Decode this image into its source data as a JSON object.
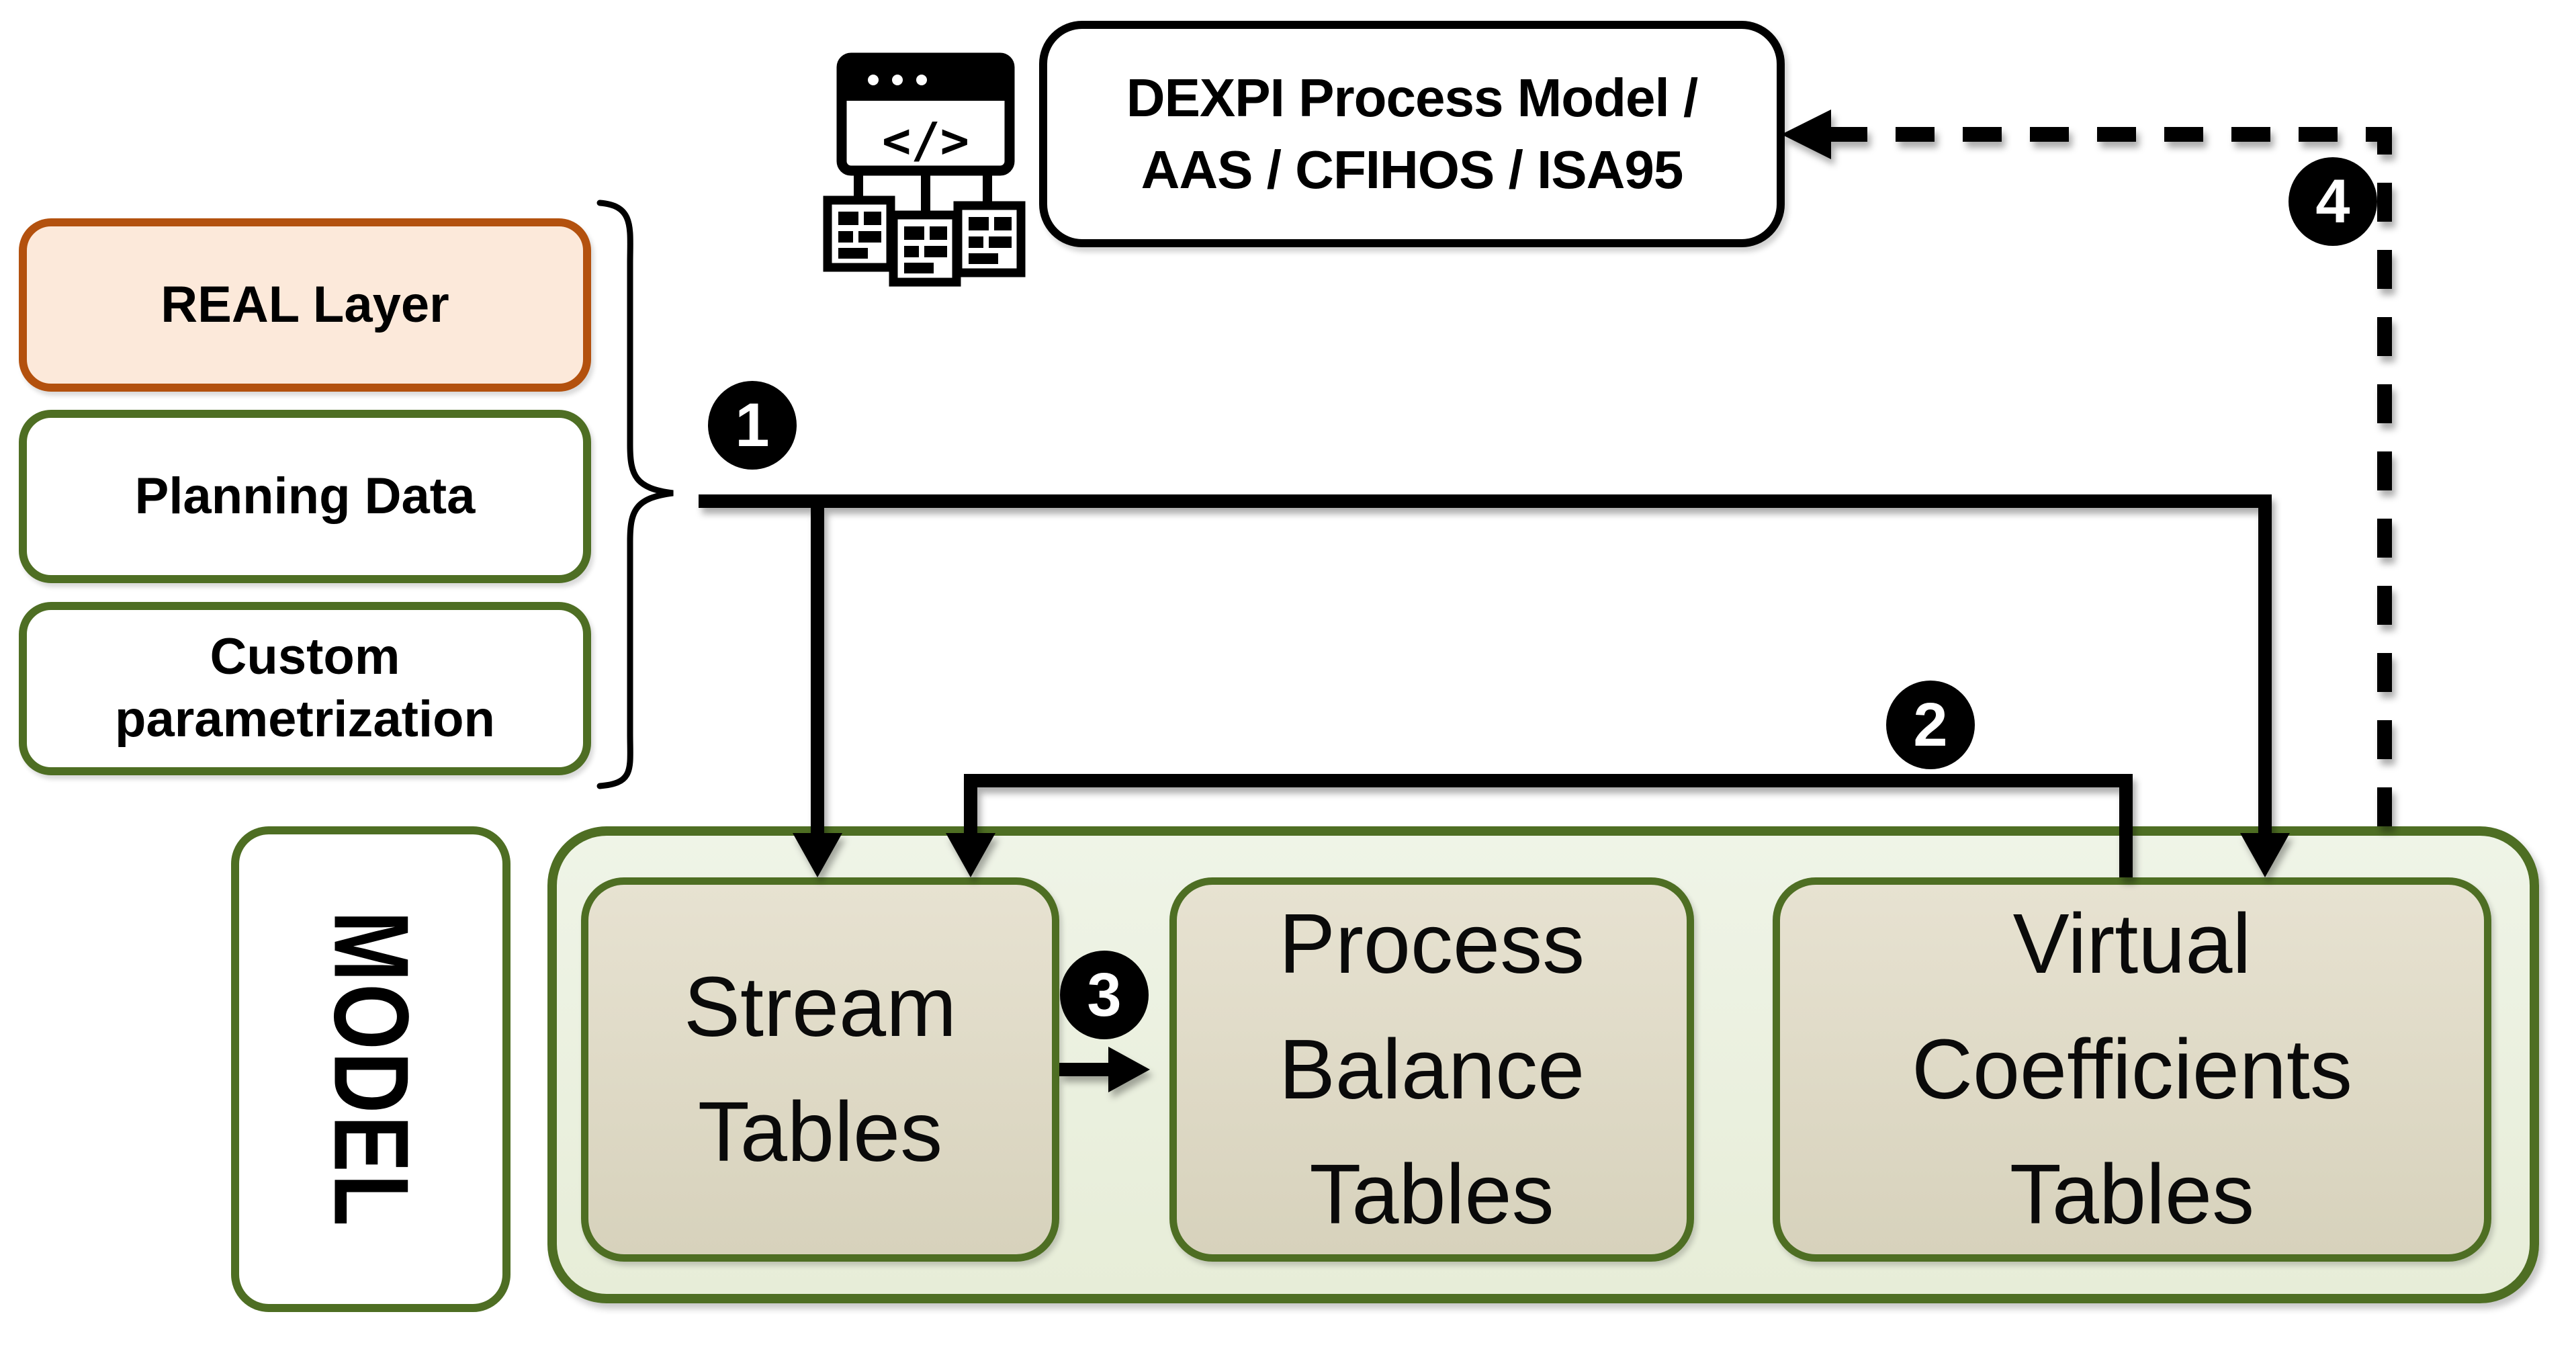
{
  "diagram": {
    "standards_box": {
      "line1": "DEXPI Process Model /",
      "line2": "AAS / CFIHOS / ISA95"
    },
    "icon": {
      "name": "code-window-with-data-tables",
      "code_glyph": "</>"
    },
    "input_boxes": [
      {
        "id": "real-layer",
        "label": "REAL Layer"
      },
      {
        "id": "planning-data",
        "label": "Planning Data"
      },
      {
        "id": "custom-parametrization",
        "label": "Custom parametrization"
      }
    ],
    "model_group": {
      "label": "MODEL",
      "tables": [
        {
          "id": "stream-tables",
          "label": "Stream Tables"
        },
        {
          "id": "process-balance-tables",
          "label": "Process Balance Tables"
        },
        {
          "id": "virtual-coefficients-tables",
          "label": "Virtual Coefficients Tables"
        }
      ]
    },
    "step_badges": [
      "1",
      "2",
      "3",
      "4"
    ],
    "colors": {
      "green_border": "#4E6E23",
      "green_container_fill": "#EBF1DE",
      "tan_table_fill": "#DDD8C3",
      "peach_fill": "#FCE9DA",
      "orange_border": "#B3510E",
      "line_black": "#000000",
      "badge_text": "#FFFFFF"
    }
  }
}
